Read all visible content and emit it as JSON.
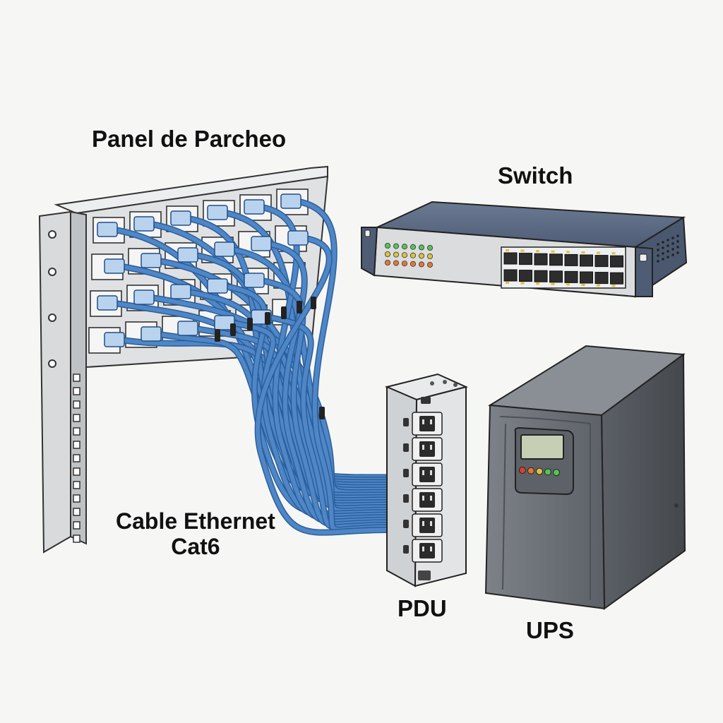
{
  "labels": {
    "patch_panel": "Panel de Parcheo",
    "switch": "Switch",
    "cable_line1": "Cable Ethernet",
    "cable_line2": "Cat6",
    "pdu": "PDU",
    "ups": "UPS"
  },
  "colors": {
    "background": "#f6f6f4",
    "cable": "#4f86c6",
    "cable_dark": "#2a5f9c",
    "metal": "#dcdedf",
    "switch_body": "#4e5d75",
    "ups_body": "#6f747a",
    "led_green": "#55c455",
    "led_yellow": "#e0c23a",
    "led_orange": "#e8782c",
    "led_red": "#d9402e"
  },
  "switch": {
    "port_count": 16
  },
  "pdu": {
    "outlet_count": 6
  },
  "ups": {
    "indicator_count": 5
  },
  "patch_panel": {
    "row_count": 4,
    "port_count": 24
  },
  "icons": [
    "rj45-jack-icon",
    "rj45-plug-icon",
    "cable-tie-icon",
    "power-outlet-icon",
    "lcd-display-icon",
    "status-led-icon"
  ]
}
